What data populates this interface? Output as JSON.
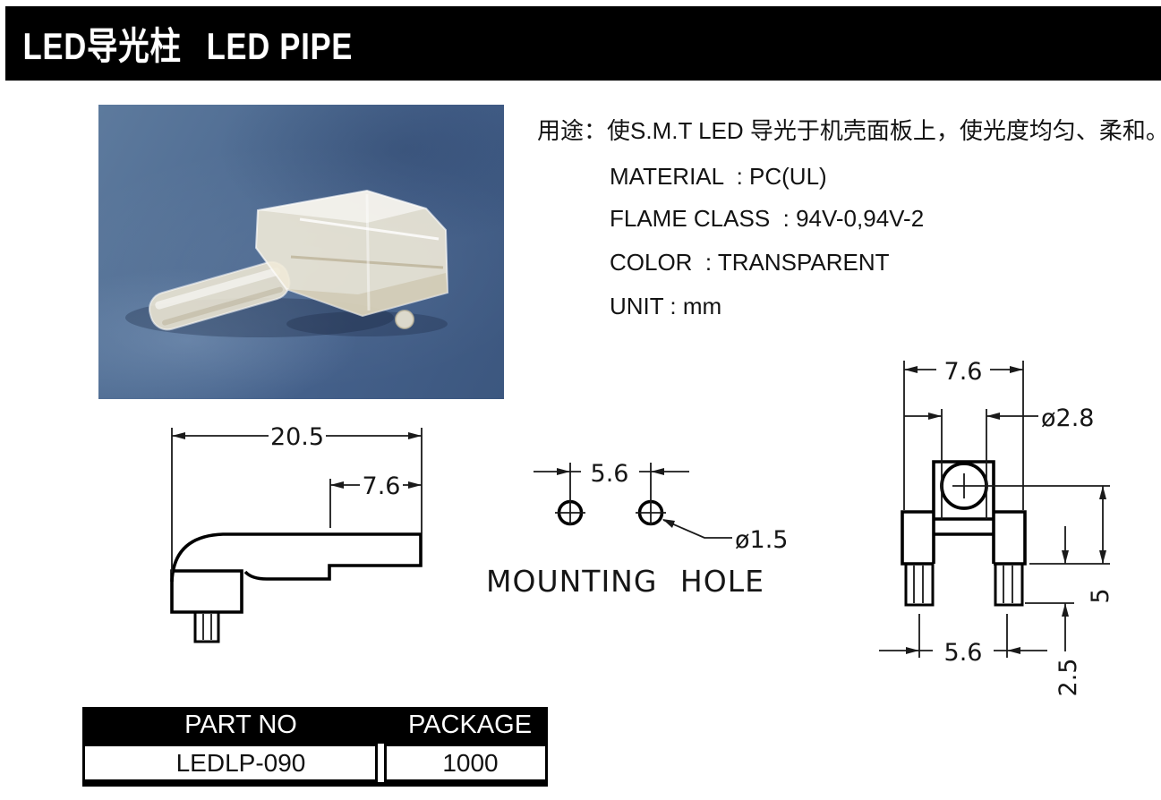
{
  "header": {
    "title_zh": "LED导光柱",
    "title_en": "LED PIPE"
  },
  "intro": {
    "usage": "用途：使S.M.T LED 导光于机壳面板上，使光度均匀、柔和。"
  },
  "specs": {
    "material": "MATERIAL  : PC(UL)",
    "flame_class": "FLAME CLASS  : 94V-0,94V-2",
    "color": "COLOR  : TRANSPARENT",
    "unit": "UNIT : mm"
  },
  "photo": {
    "caption": "transparent right-angle LED light pipe on blue background"
  },
  "drawings": {
    "side_view": {
      "overall_length": "20.5",
      "tip_length": "7.6"
    },
    "mounting_hole": {
      "hole_pitch": "5.6",
      "hole_diameter": "ø1.5",
      "caption": "MOUNTING HOLE"
    },
    "front_view": {
      "body_width": "7.6",
      "pipe_diameter": "ø2.8",
      "height_to_center": "5",
      "pin_pitch": "5.6",
      "pin_length": "2.5"
    }
  },
  "table": {
    "headers": [
      "PART NO",
      "PACKAGE"
    ],
    "rows": [
      [
        "LEDLP-090",
        "1000"
      ]
    ]
  },
  "colors": {
    "accent_black": "#000000",
    "photo_blue": "#4e6b92",
    "line_color": "#1a1a1a"
  }
}
